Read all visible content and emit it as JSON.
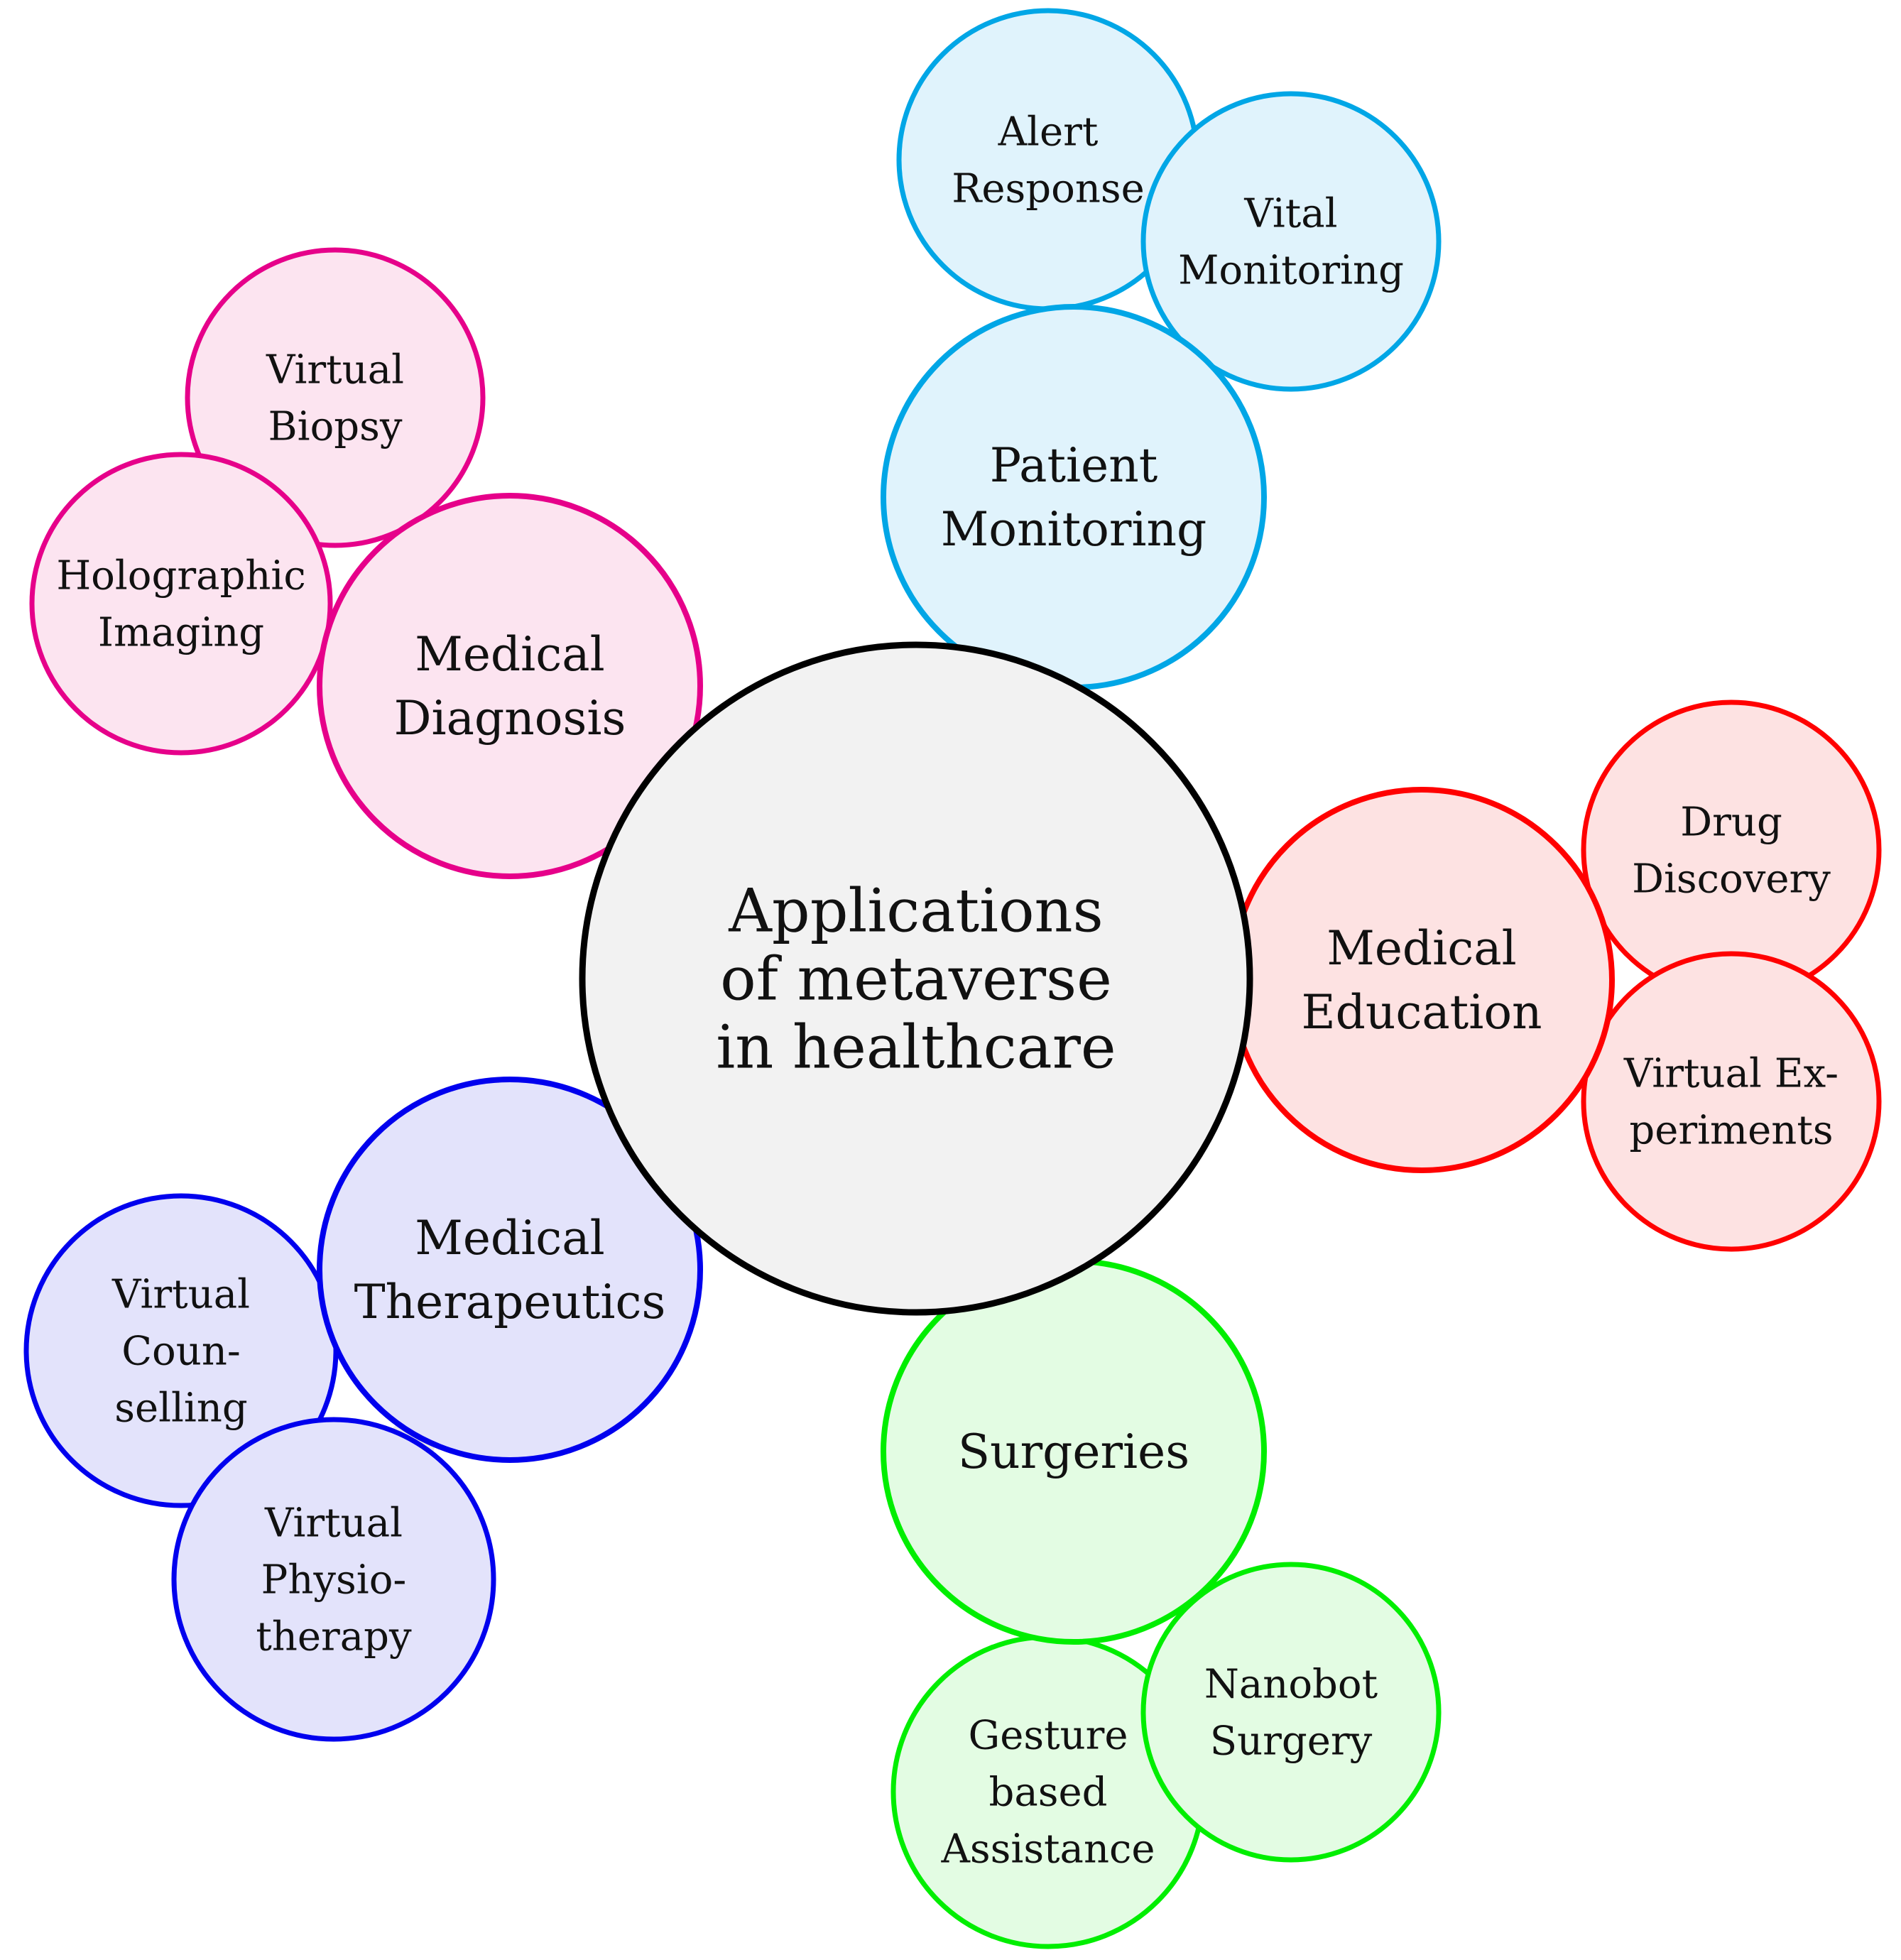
{
  "center": {
    "lines": [
      "Applications",
      "of metaverse",
      "in healthcare"
    ],
    "fill": "#f2f2f2",
    "stroke": "#000000"
  },
  "branches": [
    {
      "id": "patient-monitoring",
      "lines": [
        "Patient",
        "Monitoring"
      ],
      "fill": "#e0f3fc",
      "stroke": "#00a6e6",
      "children": [
        {
          "id": "alert-response",
          "lines": [
            "Alert",
            "Response"
          ]
        },
        {
          "id": "vital-monitoring",
          "lines": [
            "Vital",
            "Monitoring"
          ]
        }
      ]
    },
    {
      "id": "medical-education",
      "lines": [
        "Medical",
        "Education"
      ],
      "fill": "#fde2e2",
      "stroke": "#ff0000",
      "children": [
        {
          "id": "drug-discovery",
          "lines": [
            "Drug",
            "Discovery"
          ]
        },
        {
          "id": "virtual-experiments",
          "lines": [
            "Virtual Ex-",
            "periments"
          ]
        }
      ]
    },
    {
      "id": "surgeries",
      "lines": [
        "Surgeries"
      ],
      "fill": "#e3fce3",
      "stroke": "#00ee00",
      "children": [
        {
          "id": "gesture-based-assistance",
          "lines": [
            "Gesture",
            "based",
            "Assistance"
          ]
        },
        {
          "id": "nanobot-surgery",
          "lines": [
            "Nanobot",
            "Surgery"
          ]
        }
      ]
    },
    {
      "id": "medical-therapeutics",
      "lines": [
        "Medical",
        "Therapeutics"
      ],
      "fill": "#e3e3fb",
      "stroke": "#0000ee",
      "children": [
        {
          "id": "virtual-counselling",
          "lines": [
            "Virtual",
            "Coun-",
            "selling"
          ]
        },
        {
          "id": "virtual-physiotherapy",
          "lines": [
            "Virtual",
            "Physio-",
            "therapy"
          ]
        }
      ]
    },
    {
      "id": "medical-diagnosis",
      "lines": [
        "Medical",
        "Diagnosis"
      ],
      "fill": "#fce4f0",
      "stroke": "#e6008a",
      "children": [
        {
          "id": "virtual-biopsy",
          "lines": [
            "Virtual",
            "Biopsy"
          ]
        },
        {
          "id": "holographic-imaging",
          "lines": [
            "Holographic",
            "Imaging"
          ]
        }
      ]
    }
  ]
}
